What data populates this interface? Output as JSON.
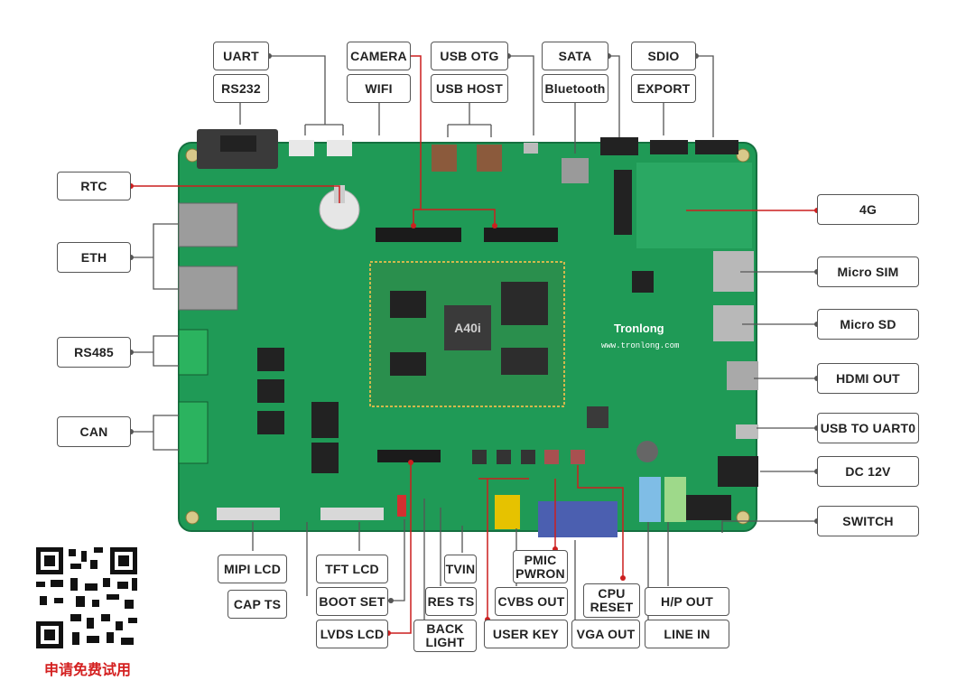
{
  "labels": {
    "uart": "UART",
    "rs232": "RS232",
    "camera": "CAMERA",
    "wifi": "WIFI",
    "usb_otg": "USB OTG",
    "usb_host": "USB HOST",
    "sata": "SATA",
    "bluetooth": "Bluetooth",
    "sdio": "SDIO",
    "export": "EXPORT",
    "rtc": "RTC",
    "eth": "ETH",
    "rs485": "RS485",
    "can": "CAN",
    "g4": "4G",
    "micro_sim": "Micro SIM",
    "micro_sd": "Micro SD",
    "hdmi_out": "HDMI OUT",
    "usb_to_uart0": "USB TO UART0",
    "dc_12v": "DC 12V",
    "switch": "SWITCH",
    "mipi_lcd": "MIPI LCD",
    "cap_ts": "CAP TS",
    "tft_lcd": "TFT LCD",
    "boot_set": "BOOT SET",
    "lvds_lcd": "LVDS LCD",
    "back_light": "BACK LIGHT",
    "res_ts": "RES TS",
    "tvin": "TVIN",
    "cvbs_out": "CVBS OUT",
    "user_key": "USER KEY",
    "pmic_pwron": "PMIC PWRON",
    "vga_out": "VGA OUT",
    "cpu_reset": "CPU RESET",
    "h_p_out": "H/P OUT",
    "line_in": "LINE IN"
  },
  "board": {
    "chip_brand": "A40i",
    "brand": "Tronlong",
    "website": "www.tronlong.com"
  },
  "qr_caption": "申请免费试用",
  "colors": {
    "pcb": "#1f9a56",
    "pcb_dark": "#187a44",
    "leader": "#555555",
    "leader_red": "#cc1f1f",
    "caption": "#d42020"
  }
}
